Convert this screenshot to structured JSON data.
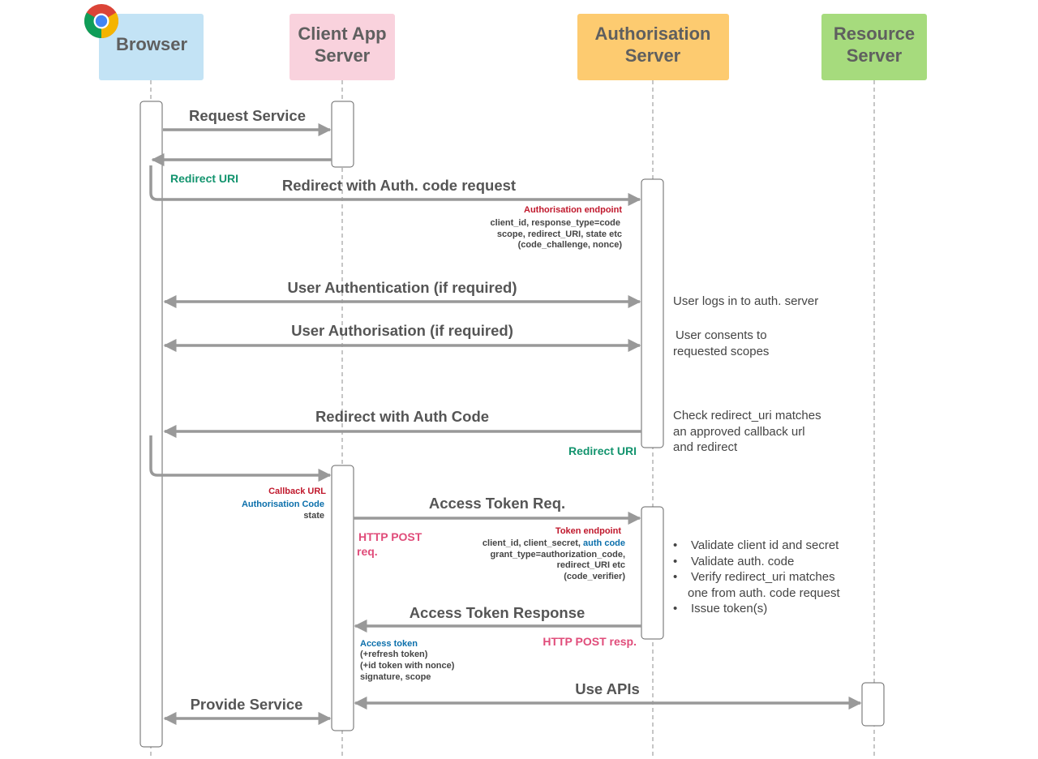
{
  "actors": {
    "browser": "Browser",
    "client_app_line1": "Client App",
    "client_app_line2": "Server",
    "auth_line1": "Authorisation",
    "auth_line2": "Server",
    "resource_line1": "Resource",
    "resource_line2": "Server",
    "browser_icon": "chrome-logo-icon"
  },
  "colors": {
    "browser_box": "#c3e3f5",
    "client_box": "#f9d2dd",
    "auth_box": "#fdcb70",
    "resource_box": "#a6db7d",
    "arrow": "#999999",
    "green_text": "#13946e",
    "red_text": "#c0182c",
    "blue_text": "#0b6fab",
    "pink_text": "#e04c7a"
  },
  "messages": {
    "request_service": "Request Service",
    "redirect_uri_1": "Redirect URI",
    "redirect_auth_code_request": "Redirect with Auth. code request",
    "user_authentication": "User Authentication (if required)",
    "user_authorisation": "User Authorisation (if required)",
    "redirect_with_auth_code": "Redirect with Auth Code",
    "redirect_uri_2": "Redirect URI",
    "access_token_req": "Access Token Req.",
    "access_token_response": "Access Token Response",
    "use_apis": "Use APIs",
    "provide_service": "Provide Service"
  },
  "auth_endpoint": {
    "title": "Authorisation endpoint",
    "line1": "client_id, response_type=code",
    "line2": "scope, redirect_URI, state etc",
    "line3": "(code_challenge, nonce)"
  },
  "callback": {
    "title": "Callback URL",
    "code": "Authorisation Code",
    "state": "state"
  },
  "http_post_req": {
    "line1": "HTTP POST",
    "line2": "req."
  },
  "token_endpoint": {
    "title": "Token endpoint",
    "line1_prefix": "client_id, client_secret, ",
    "line1_highlight": "auth code",
    "line2": "grant_type=authorization_code,",
    "line3": "redirect_URI etc",
    "line4": "(code_verifier)"
  },
  "token_response": {
    "title": "Access token",
    "line1": "(+refresh token)",
    "line2": "(+id token with nonce)",
    "line3": "signature, scope",
    "http_post_resp": "HTTP POST resp."
  },
  "notes": {
    "logs_in": "User logs in to auth. server",
    "consents_line1": "User consents to",
    "consents_line2": "requested scopes",
    "check_line1": "Check redirect_uri matches",
    "check_line2": "an approved callback url",
    "check_line3": "and redirect",
    "validate_bullets": [
      "Validate client id and secret",
      "Validate auth. code",
      "Verify redirect_uri matches",
      "Issue token(s)"
    ],
    "validate_continuation": "one from auth. code request",
    "bullet_char": "•"
  }
}
